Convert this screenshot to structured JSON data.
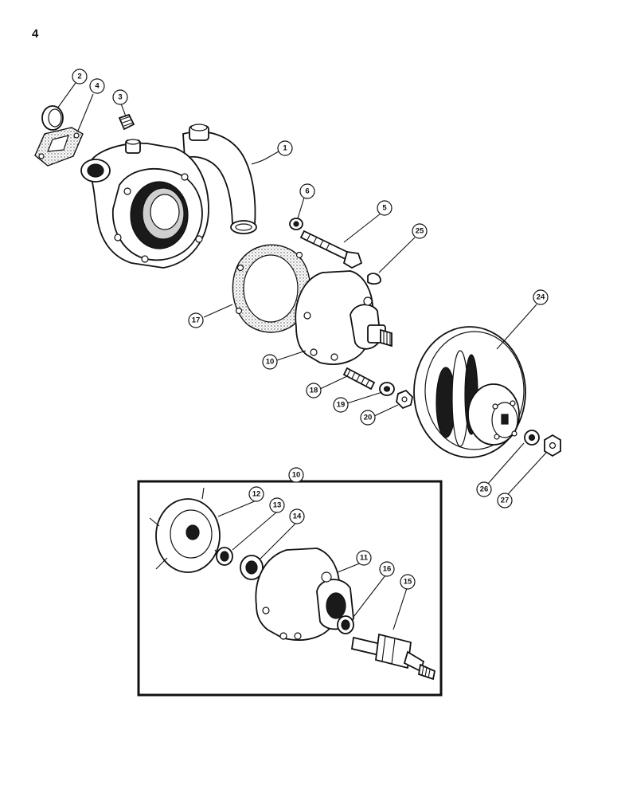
{
  "page": {
    "number": "4"
  },
  "callouts": {
    "c1": "1",
    "c2": "2",
    "c3": "3",
    "c4": "4",
    "c5": "5",
    "c6": "6",
    "c10": "10",
    "c10b": "10",
    "c11": "11",
    "c12": "12",
    "c13": "13",
    "c14": "14",
    "c15": "15",
    "c16": "16",
    "c17": "17",
    "c18": "18",
    "c19": "19",
    "c20": "20",
    "c24": "24",
    "c25": "25",
    "c26": "26",
    "c27": "27"
  }
}
